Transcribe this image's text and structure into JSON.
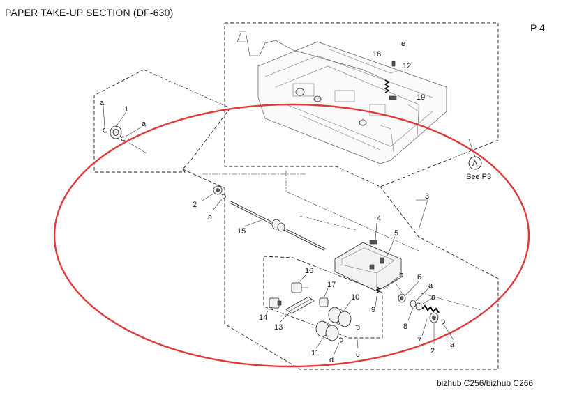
{
  "header": {
    "title": "PAPER TAKE-UP SECTION (DF-630)",
    "page": "P 4"
  },
  "footer": {
    "model": "bizhub C256/bizhub C266"
  },
  "callouts": {
    "n1": "1",
    "n2": "2",
    "n3": "3",
    "n4": "4",
    "n5": "5",
    "n6": "6",
    "n7": "7",
    "n8": "8",
    "n9": "9",
    "n10": "10",
    "n11": "11",
    "n12": "12",
    "n13": "13",
    "n14": "14",
    "n15": "15",
    "n16": "16",
    "n17": "17",
    "n18": "18",
    "n19": "19",
    "a": "a",
    "b": "b",
    "c": "c",
    "d": "d",
    "e": "e"
  },
  "reference": {
    "circle_letter": "A",
    "see": "See P3"
  },
  "colors": {
    "highlight_ellipse": "#e0393a",
    "line": "#222222"
  }
}
